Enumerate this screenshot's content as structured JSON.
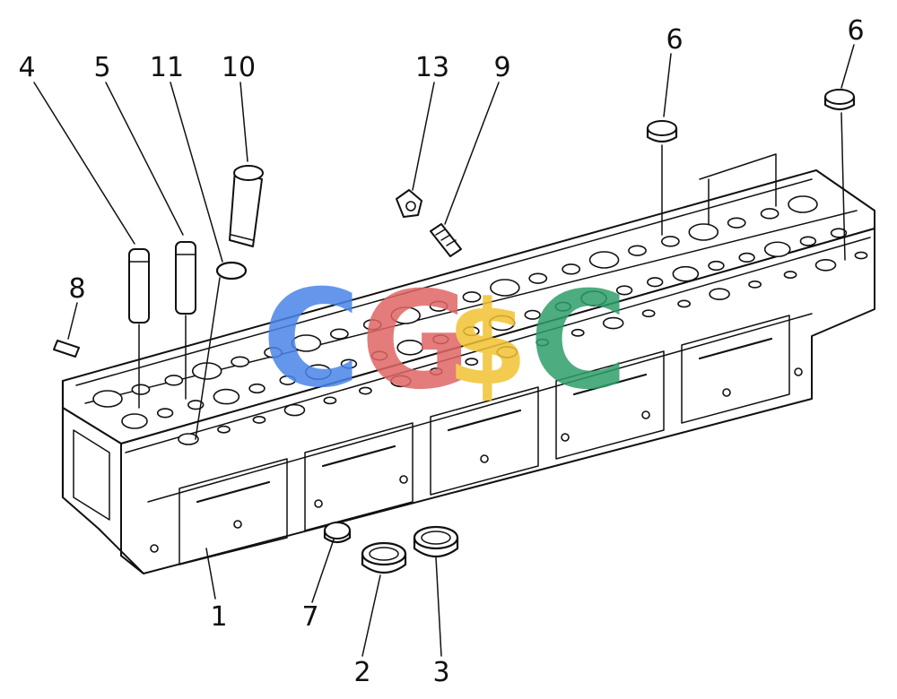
{
  "callouts": [
    {
      "id": "c4",
      "label": "4"
    },
    {
      "id": "c5",
      "label": "5"
    },
    {
      "id": "c11",
      "label": "11"
    },
    {
      "id": "c10",
      "label": "10"
    },
    {
      "id": "c13",
      "label": "13"
    },
    {
      "id": "c9",
      "label": "9"
    },
    {
      "id": "c6a",
      "label": "6"
    },
    {
      "id": "c6b",
      "label": "6"
    },
    {
      "id": "c8",
      "label": "8"
    },
    {
      "id": "c1",
      "label": "1"
    },
    {
      "id": "c7",
      "label": "7"
    },
    {
      "id": "c2",
      "label": "2"
    },
    {
      "id": "c3",
      "label": "3"
    }
  ],
  "watermark": {
    "letters": [
      "C",
      "G",
      "$",
      "C"
    ],
    "colors": [
      "#4a86e8",
      "#e06666",
      "#f1c232",
      "#2e9e6b"
    ]
  }
}
